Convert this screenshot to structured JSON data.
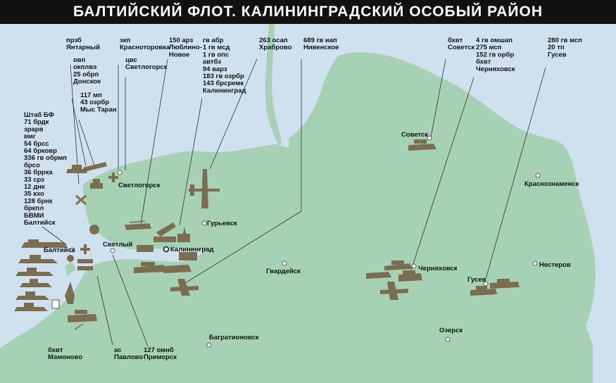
{
  "title": "БАЛТИЙСКИЙ ФЛОТ. КАЛИНИНГРАДСКИЙ ОСОБЫЙ РАЙОН",
  "colors": {
    "land": "#a6d1b4",
    "sea": "#cfe1ef",
    "equipment": "#7a6d50",
    "title_bg": "#111111",
    "title_text": "#ffffff"
  },
  "cities": [
    {
      "id": "baltiysk",
      "name": "Балтийск"
    },
    {
      "id": "svetly",
      "name": "Светлый"
    },
    {
      "id": "svetlogorsk",
      "name": "Светлогорск"
    },
    {
      "id": "guryevsk",
      "name": "Гурьевск"
    },
    {
      "id": "kaliningrad",
      "name": "Калининград"
    },
    {
      "id": "gvardeysk",
      "name": "Гвардейск"
    },
    {
      "id": "sovetsk",
      "name": "Советск"
    },
    {
      "id": "krasnoznamensk",
      "name": "Краснознаменск"
    },
    {
      "id": "chernyakhovsk",
      "name": "Черняховск"
    },
    {
      "id": "gusev",
      "name": "Гусев"
    },
    {
      "id": "nesterov",
      "name": "Нестеров"
    },
    {
      "id": "ozersk",
      "name": "Озерск"
    },
    {
      "id": "bagrationovsk",
      "name": "Багратионовск"
    }
  ],
  "callouts": {
    "yantarny": [
      "прзб",
      "Янтарный"
    ],
    "donskoe": [
      "овп",
      "окплвэ",
      "25 обрп",
      "Донское"
    ],
    "taran": [
      "117 мп",
      "43 озрбр",
      "Мыс Таран"
    ],
    "krasnotorovka": [
      "зкп",
      "Красноторовка"
    ],
    "svetlogorsk": [
      "цвс",
      "Светлогорск"
    ],
    "lyublino": [
      "150 арз",
      "Люблино-",
      "Новое"
    ],
    "kaliningrad": [
      "гв абр",
      "1 гв мсд",
      "1 гв опс",
      "автбз",
      "94 варз",
      "183 гв озрбр",
      "143 брсремк",
      "Калининград"
    ],
    "khrabrovo": [
      "263 осап",
      "Храброво"
    ],
    "nivenskoe": [
      "689 гв иап",
      "Нивенское"
    ],
    "sovetsk": [
      "бхвт",
      "Советск"
    ],
    "chernyakhovsk": [
      "4 гв омшап",
      "275 мсп",
      "152 гв орбр",
      "бхвт",
      "Черняховск"
    ],
    "gusev": [
      "280 гв мсп",
      "20 тп",
      "Гусев"
    ],
    "baltiysk": [
      "Штаб БФ",
      "71 брдк",
      "зрарв",
      "вмг",
      "54 брсс",
      "64 брковр",
      "336 гв обрмп",
      "брсо",
      "36 брркa",
      "33 срз",
      "12 днк",
      "35 кхо",
      "128 брнк",
      "бркпл",
      "БВМИ",
      "Балтийск"
    ],
    "mamonovo": [
      "бхвт",
      "Мамоново"
    ],
    "pavlovo": [
      "ас",
      "Павлово"
    ],
    "primorsk": [
      "127 омнб",
      "Приморск"
    ]
  }
}
